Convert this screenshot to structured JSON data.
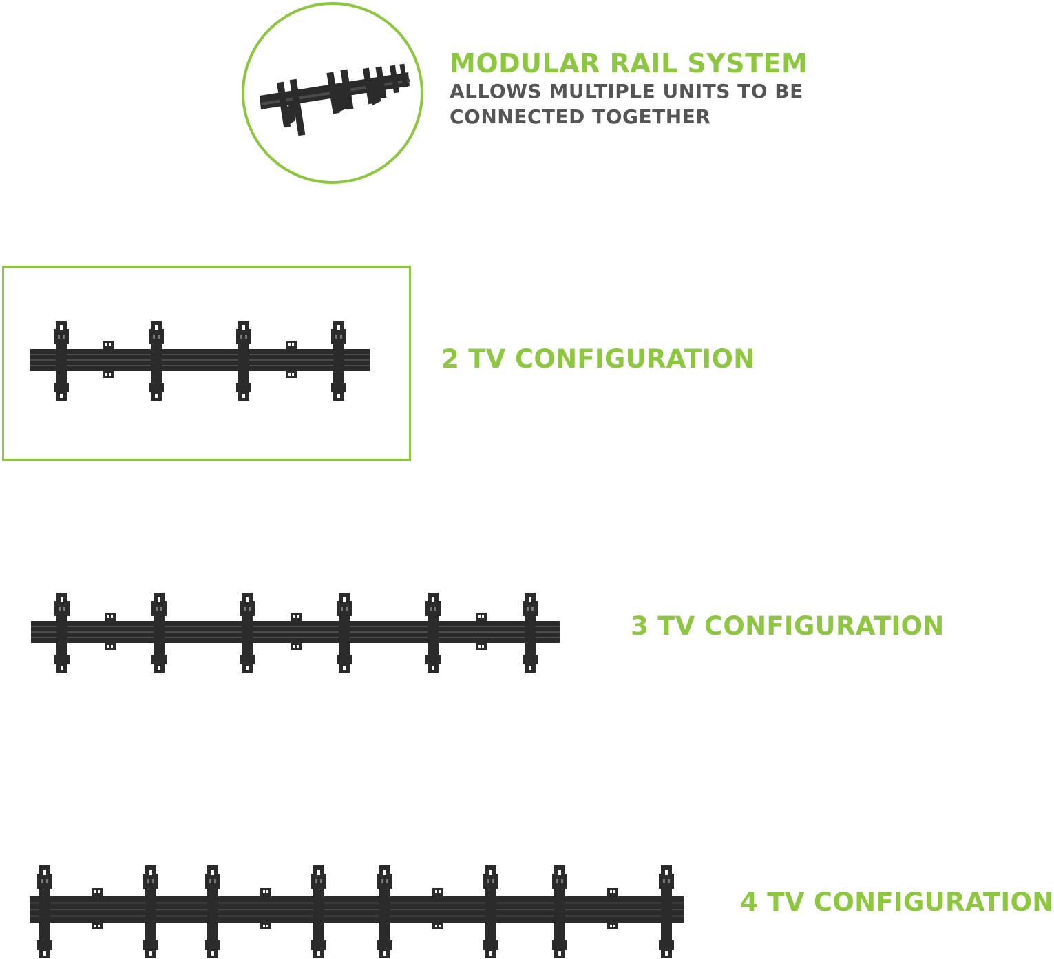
{
  "header": {
    "title": "MODULAR RAIL SYSTEM",
    "subtitle_line1": "ALLOWS MULTIPLE UNITS TO BE",
    "subtitle_line2": "CONNECTED TOGETHER",
    "accent_color": "#8dc63f",
    "text_color": "#555555"
  },
  "configs": [
    {
      "label": "2 TV CONFIGURATION",
      "tv_count": 2,
      "highlighted": true
    },
    {
      "label": "3 TV CONFIGURATION",
      "tv_count": 3,
      "highlighted": false
    },
    {
      "label": "4 TV CONFIGURATION",
      "tv_count": 4,
      "highlighted": false
    }
  ],
  "icons": [
    "modular-rail-photo-icon",
    "rail-mount-icon"
  ],
  "rail_color": "#2b2b2b"
}
